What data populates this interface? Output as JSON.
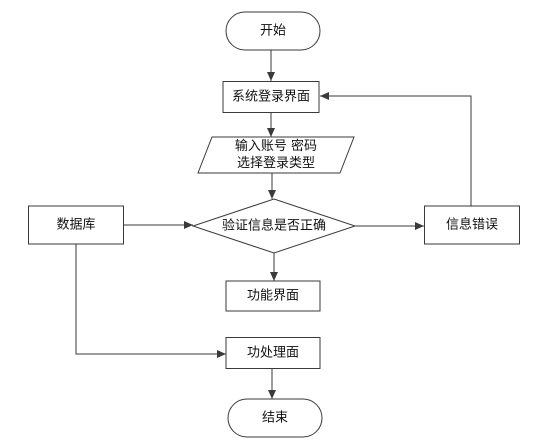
{
  "diagram": {
    "nodes": [
      {
        "id": "start",
        "shape": "terminal",
        "lines": [
          "开始"
        ]
      },
      {
        "id": "login",
        "shape": "process",
        "lines": [
          "系统登录界面"
        ]
      },
      {
        "id": "input",
        "shape": "data",
        "lines": [
          "输入账号 密码",
          "选择登录类型"
        ]
      },
      {
        "id": "verify",
        "shape": "decision",
        "lines": [
          "验证信息是否正确"
        ]
      },
      {
        "id": "database",
        "shape": "process",
        "lines": [
          "数据库"
        ]
      },
      {
        "id": "error",
        "shape": "process",
        "lines": [
          "信息错误"
        ]
      },
      {
        "id": "function",
        "shape": "process",
        "lines": [
          "功能界面"
        ]
      },
      {
        "id": "handle",
        "shape": "process",
        "lines": [
          "功处理面"
        ]
      },
      {
        "id": "end",
        "shape": "terminal",
        "lines": [
          "结束"
        ]
      }
    ],
    "edges": [
      {
        "from": "start",
        "to": "login"
      },
      {
        "from": "login",
        "to": "input"
      },
      {
        "from": "input",
        "to": "verify"
      },
      {
        "from": "database",
        "to": "verify"
      },
      {
        "from": "verify",
        "to": "error"
      },
      {
        "from": "error",
        "to": "login"
      },
      {
        "from": "verify",
        "to": "function"
      },
      {
        "from": "database",
        "to": "handle"
      },
      {
        "from": "handle",
        "to": "end"
      }
    ]
  }
}
